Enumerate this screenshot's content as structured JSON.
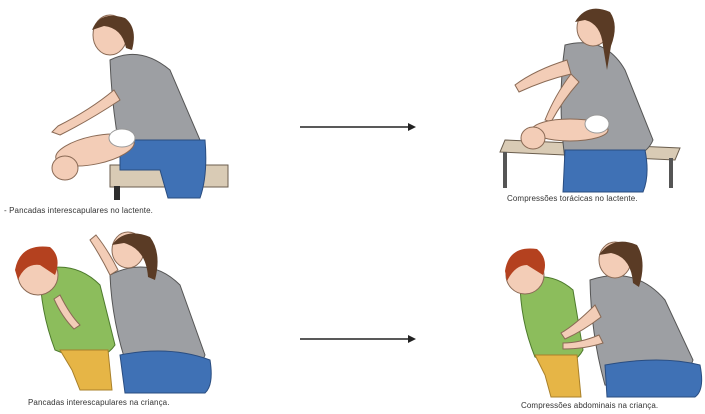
{
  "captions": {
    "infant_back_blows": "- Pancadas interescapulares no lactente.",
    "infant_chest_compressions": "Compressões torácicas no lactente.",
    "child_back_blows": "Pancadas interescapulares na criança.",
    "child_abdominal_thrusts": "Compressões abdominais na criança."
  },
  "colors": {
    "skin": "#f3cdb7",
    "hair_woman": "#5a3b25",
    "hair_child": "#b4411f",
    "shirt_gray": "#9d9fa3",
    "jeans_blue": "#3f71b5",
    "child_shirt_green": "#8cbd5c",
    "child_pants_yellow": "#e6b546",
    "table": "#d9cbb5",
    "arrow": "#222222"
  }
}
